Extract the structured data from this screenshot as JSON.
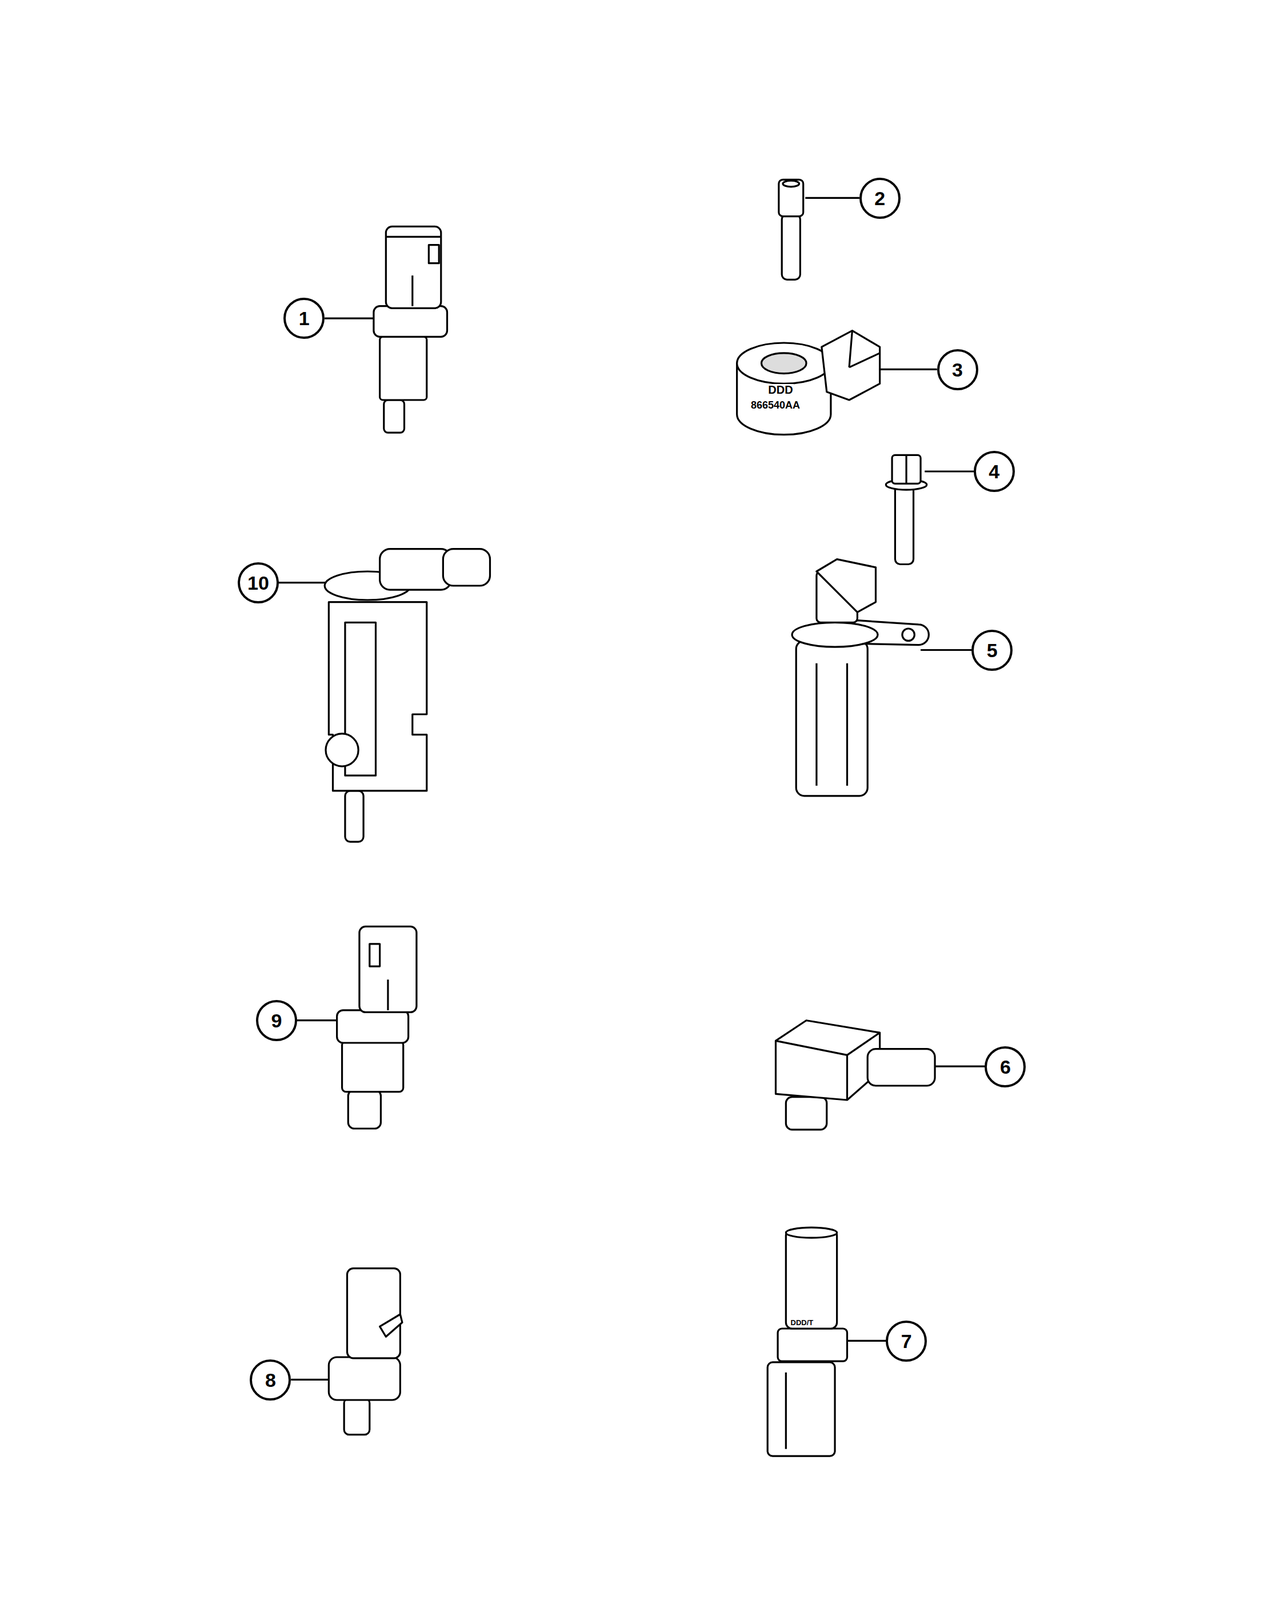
{
  "diagram": {
    "nodes": [
      {
        "text": [
          "2"
        ]
      },
      {
        "text": [
          "1"
        ]
      },
      {
        "text": [
          "3"
        ]
      },
      {
        "text": [
          "4"
        ]
      },
      {
        "text": [
          "10"
        ]
      },
      {
        "text": [
          "5"
        ]
      },
      {
        "text": [
          "9"
        ]
      },
      {
        "text": [
          "6"
        ]
      },
      {
        "text": [
          "7"
        ]
      },
      {
        "text": [
          "8"
        ]
      }
    ],
    "labels": [
      "DDD",
      "866540AA",
      "DDD/T"
    ]
  }
}
